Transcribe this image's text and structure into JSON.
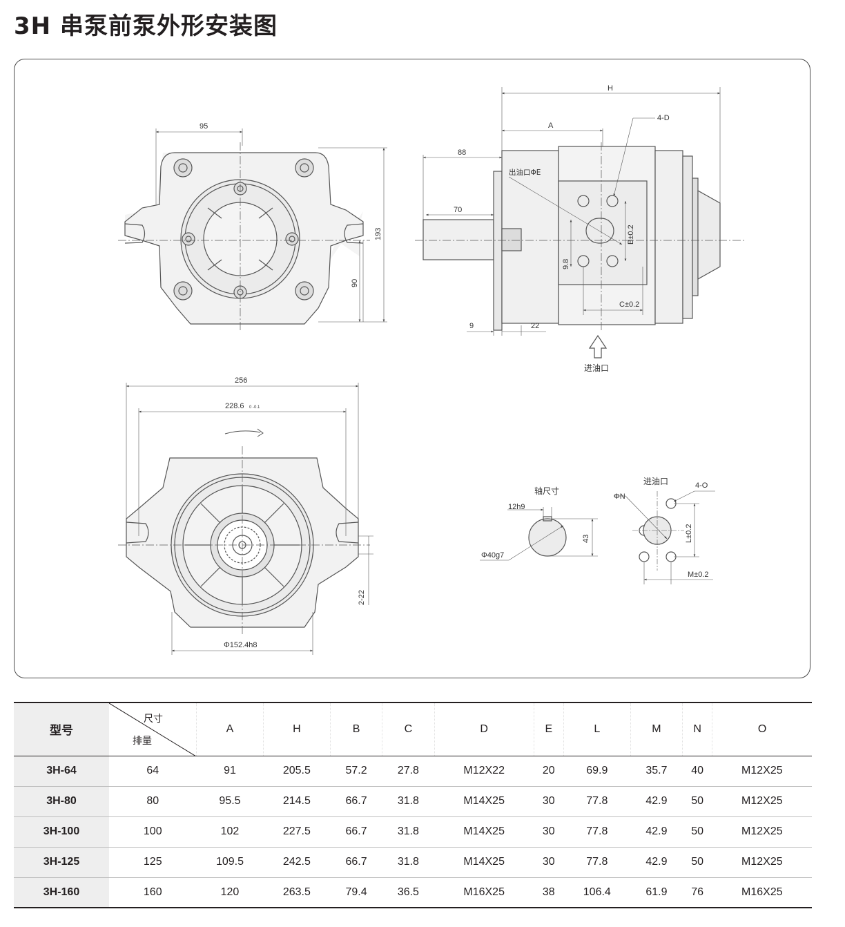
{
  "title": "3H 串泵前泵外形安装图",
  "drawing": {
    "front_view": {
      "width_label": "95",
      "height_label": "193",
      "lower_label": "90"
    },
    "side_view": {
      "h_label": "H",
      "a_label": "A",
      "d_label": "4-D",
      "len88": "88",
      "len70": "70",
      "outlet": "出油口ΦE",
      "b_label": "B±0.2",
      "c_label": "C±0.2",
      "v98": "9.8",
      "len9": "9",
      "len22": "22",
      "inlet": "进油口"
    },
    "rear_view": {
      "w256": "256",
      "w228": "228.6",
      "tol": "0 -0.1",
      "v222": "2-22",
      "dia": "Φ152.4h8"
    },
    "shaft_detail": {
      "title": "轴尺寸",
      "key": "12h9",
      "dia": "Φ40g7",
      "height": "43"
    },
    "inlet_detail": {
      "title": "进油口",
      "phin": "ΦN",
      "holes": "4-O",
      "l_label": "L±0.2",
      "m_label": "M±0.2"
    }
  },
  "table": {
    "model_header": "型号",
    "corner_top": "尺寸",
    "corner_bottom": "排量",
    "columns": [
      "A",
      "H",
      "B",
      "C",
      "D",
      "E",
      "L",
      "M",
      "N",
      "O"
    ],
    "rows": [
      {
        "model": "3H-64",
        "disp": "64",
        "cells": [
          "91",
          "205.5",
          "57.2",
          "27.8",
          "M12X22",
          "20",
          "69.9",
          "35.7",
          "40",
          "M12X25"
        ]
      },
      {
        "model": "3H-80",
        "disp": "80",
        "cells": [
          "95.5",
          "214.5",
          "66.7",
          "31.8",
          "M14X25",
          "30",
          "77.8",
          "42.9",
          "50",
          "M12X25"
        ]
      },
      {
        "model": "3H-100",
        "disp": "100",
        "cells": [
          "102",
          "227.5",
          "66.7",
          "31.8",
          "M14X25",
          "30",
          "77.8",
          "42.9",
          "50",
          "M12X25"
        ]
      },
      {
        "model": "3H-125",
        "disp": "125",
        "cells": [
          "109.5",
          "242.5",
          "66.7",
          "31.8",
          "M14X25",
          "30",
          "77.8",
          "42.9",
          "50",
          "M12X25"
        ]
      },
      {
        "model": "3H-160",
        "disp": "160",
        "cells": [
          "120",
          "263.5",
          "79.4",
          "36.5",
          "M16X25",
          "38",
          "106.4",
          "61.9",
          "76",
          "M16X25"
        ]
      }
    ]
  }
}
